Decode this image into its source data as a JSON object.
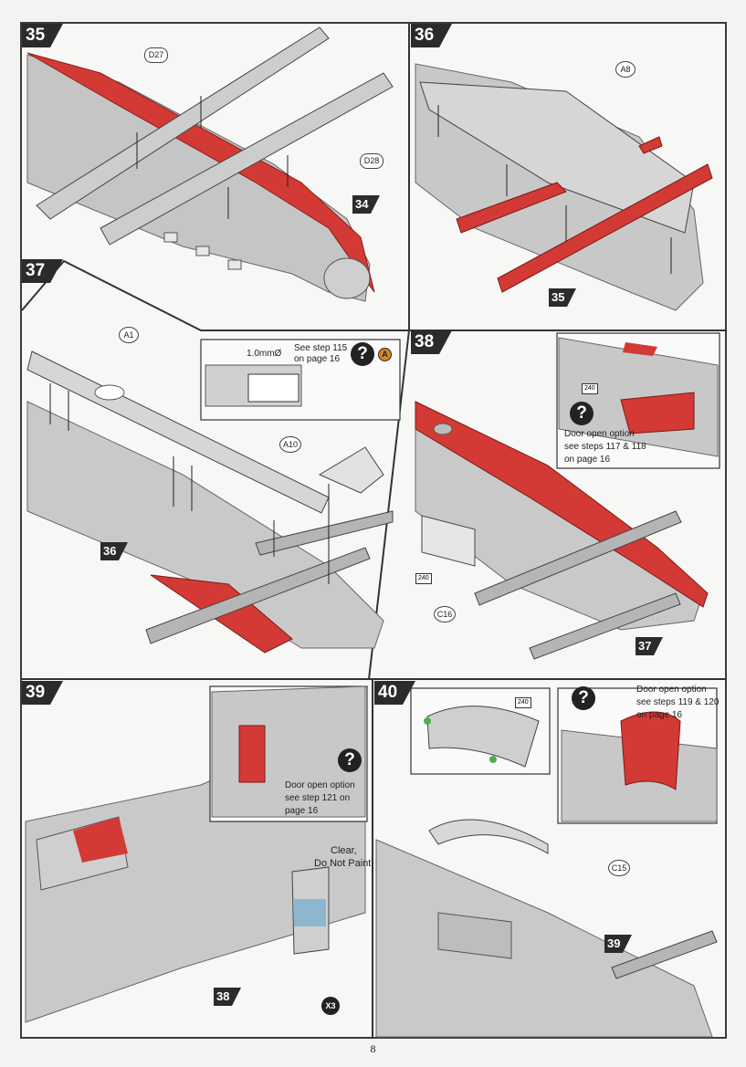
{
  "steps": [
    "35",
    "36",
    "37",
    "38",
    "39",
    "40"
  ],
  "parts": {
    "d27": "D27",
    "d28": "D28",
    "a8": "A8",
    "a1": "A1",
    "a10": "A10",
    "c16": "C16",
    "c15": "C15"
  },
  "refs": {
    "s35_34": "34",
    "s36_35": "35",
    "s37_36": "36",
    "s38_37": "37",
    "s39_38": "38",
    "s40_39": "39"
  },
  "inset37": {
    "drill": "1.0mmØ",
    "see_line1": "See step 115",
    "see_line2": "on page 16",
    "badge": "A"
  },
  "inset38": {
    "paint": "240",
    "line1": "Door open option",
    "line2": "see steps 117 & 118",
    "line3": "on page 16"
  },
  "paint38": "240",
  "inset39": {
    "line1": "Door open option",
    "line2": "see step 121 on",
    "line3": "page 16"
  },
  "step39_note": {
    "line1": "Clear,",
    "line2": "Do Not Paint"
  },
  "step39_qty": "X3",
  "inset40": {
    "paint": "240",
    "line1": "Door open option",
    "line2": "see steps 119 & 120",
    "line3": "on page 16"
  },
  "question_glyph": "?",
  "page_number": "8",
  "colors": {
    "red": "#d33a35",
    "grey": "#c9c9c9",
    "dark": "#2b2b2b",
    "blue": "#8fb6cf"
  }
}
